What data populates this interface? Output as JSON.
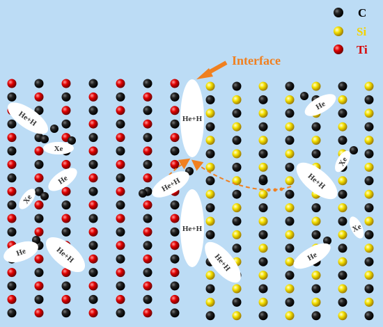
{
  "legend": [
    {
      "label": "C",
      "color": "#000000"
    },
    {
      "label": "Si",
      "color": "#f2d200"
    },
    {
      "label": "Ti",
      "color": "#d80000"
    }
  ],
  "annotation": {
    "label": "Interface",
    "color": "#f08020"
  },
  "defects": [
    {
      "label": "He+H"
    },
    {
      "label": "Xe"
    },
    {
      "label": "He"
    },
    {
      "label": "Xe"
    },
    {
      "label": "He"
    },
    {
      "label": "He+H"
    },
    {
      "label": "He+H"
    },
    {
      "label": "He+H"
    },
    {
      "label": "He+H"
    },
    {
      "label": "He+H"
    },
    {
      "label": "He"
    },
    {
      "label": "Xe"
    },
    {
      "label": "He+H"
    },
    {
      "label": "Xe"
    },
    {
      "label": "He"
    }
  ],
  "colors": {
    "background": "#bcdcf5",
    "ellipse": "#ffffff",
    "arrow": "#f08020"
  }
}
